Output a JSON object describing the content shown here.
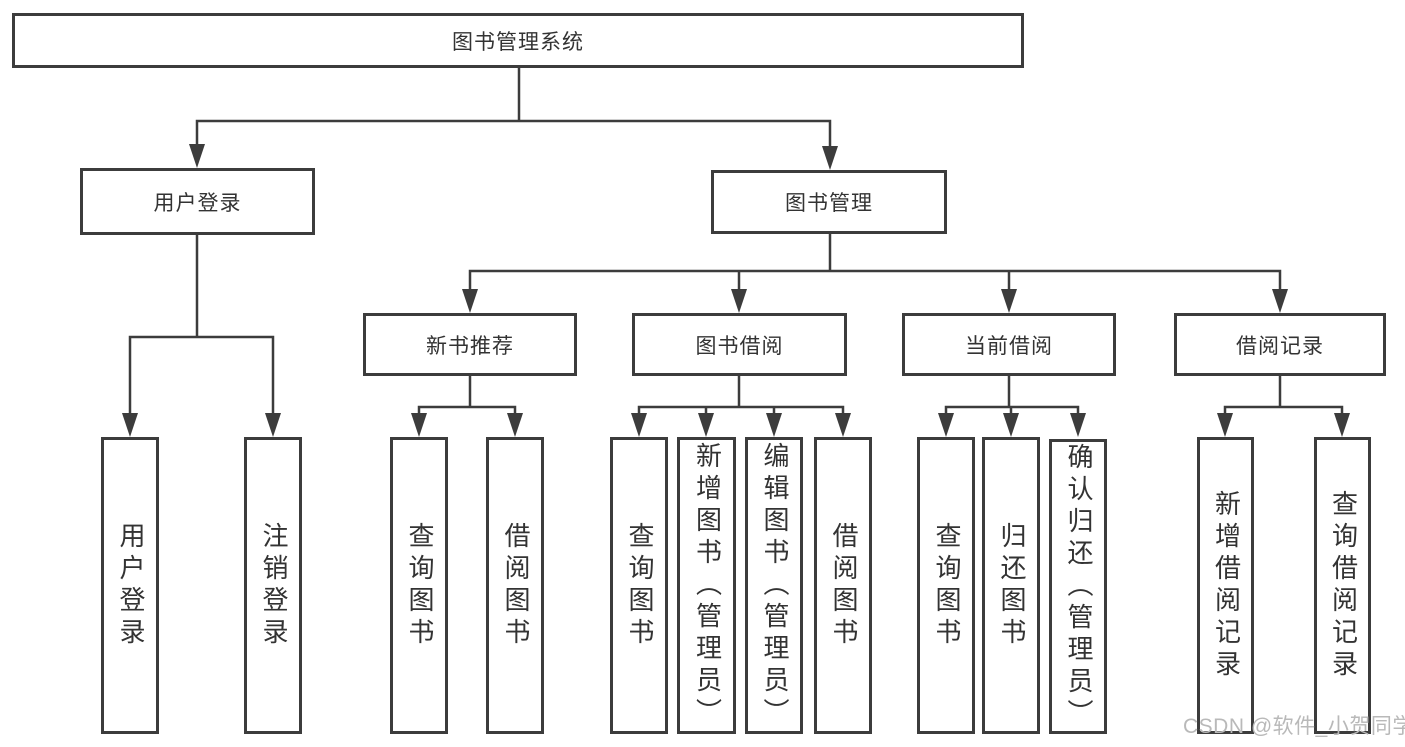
{
  "nodes": {
    "root": "图书管理系统",
    "user_login": "用户登录",
    "book_mgmt": "图书管理",
    "user_login_children": [
      "用户登录",
      "注销登录"
    ],
    "book_mgmt_children": [
      "新书推荐",
      "图书借阅",
      "当前借阅",
      "借阅记录"
    ],
    "new_book_children": [
      "查询图书",
      "借阅图书"
    ],
    "borrow_children": [
      "查询图书",
      "新增图书（管理员）",
      "编辑图书（管理员）",
      "借阅图书"
    ],
    "current_children": [
      "查询图书",
      "归还图书",
      "确认归还（管理员）"
    ],
    "record_children": [
      "新增借阅记录",
      "查询借阅记录"
    ]
  },
  "watermark": {
    "text": "CSDN @软件_小贺同学"
  },
  "colors": {
    "background": "#ffffff",
    "box_border": "#3c3c3c",
    "connector": "#3c3c3c",
    "text": "#333333",
    "watermark": "#b9b9b9"
  }
}
